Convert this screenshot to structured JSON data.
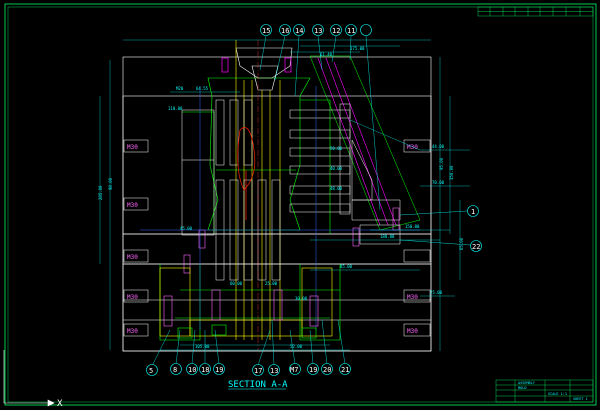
{
  "drawing": {
    "section_title": "SECTION A-A",
    "axis_x_label": "X",
    "thread_labels": [
      "M30",
      "M30",
      "M30",
      "M30",
      "M30",
      "M30",
      "M30",
      "M30"
    ],
    "balloons_top": [
      "15",
      "16",
      "14",
      "13",
      "12",
      "11"
    ],
    "balloons_right": [
      "1",
      "22"
    ],
    "balloons_bottom": [
      "5",
      "8",
      "10",
      "18",
      "19",
      "17",
      "13",
      "M7",
      "19",
      "20",
      "21"
    ],
    "dimension_labels": [
      "175.00",
      "61.40",
      "M20",
      "64.55",
      "285.00",
      "98.00",
      "95.00",
      "350.00",
      "65.00",
      "105.00",
      "52.00",
      "180.00",
      "150.00",
      "85.00",
      "44.00",
      "70.00",
      "110.00",
      "25.00",
      "50.00",
      "40.00",
      "48.00",
      "60.00",
      "25.00",
      "30.00",
      "45.00"
    ],
    "colors": {
      "background": "#000000",
      "frame": "#00ff66",
      "outline": "#ffffff",
      "dimension": "#00ffff",
      "centerline": "#ff3333",
      "part_green": "#00ff00",
      "part_yellow": "#ffff00",
      "part_magenta": "#ff00ff",
      "part_blue": "#3366ff",
      "part_red": "#ff2200"
    },
    "title_block": {
      "rows": [
        "ASSEMBLY",
        "MOLD",
        "SCALE 1:1",
        "SHEET 1"
      ]
    }
  }
}
